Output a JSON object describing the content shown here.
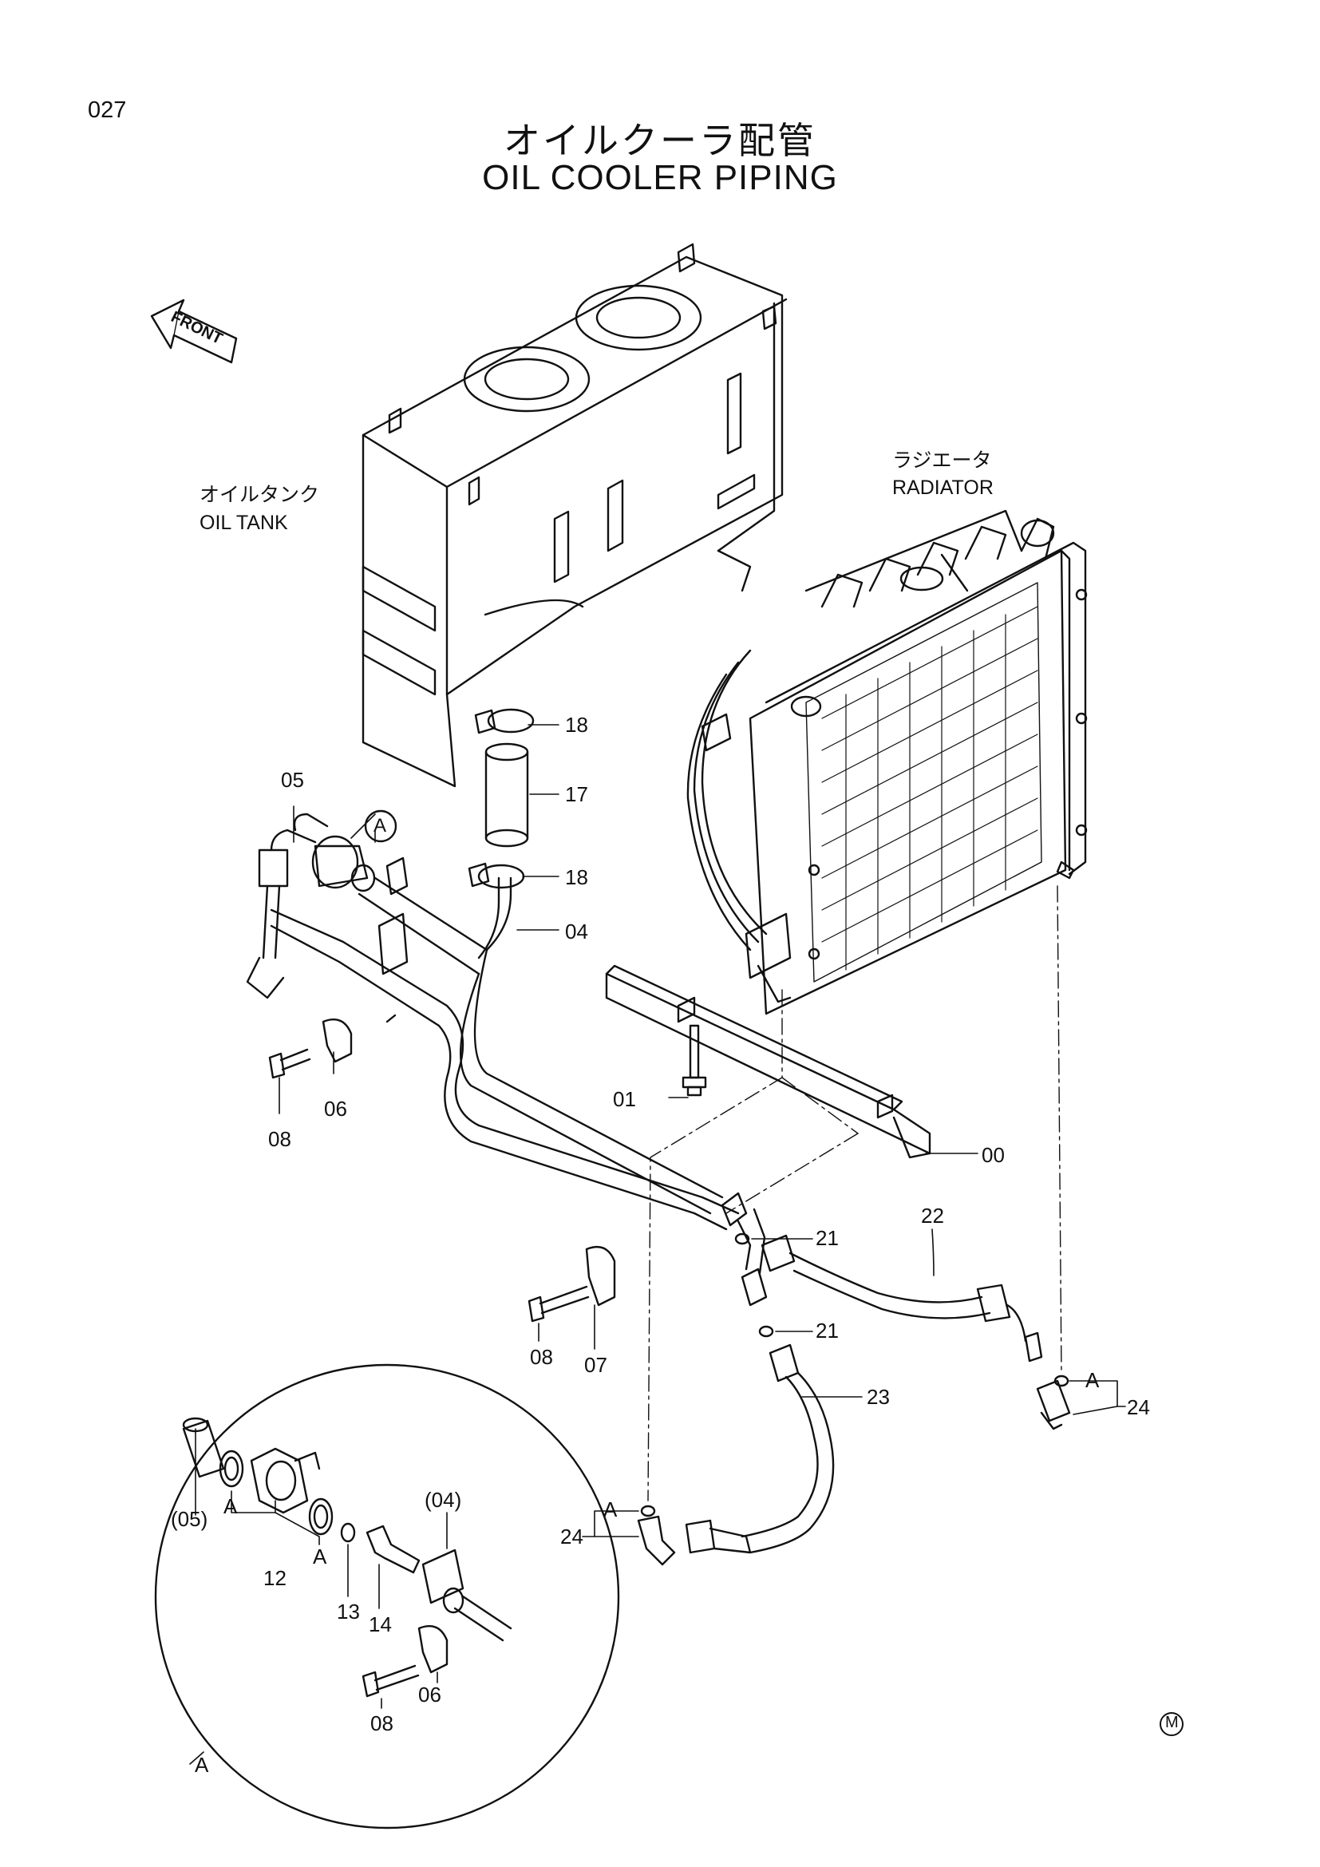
{
  "page_number": "027",
  "title_jp": "オイルクーラ配管",
  "title_en": "OIL COOLER PIPING",
  "direction_marker": "FRONT",
  "components": {
    "oil_tank": {
      "jp": "オイルタンク",
      "en": "OIL TANK"
    },
    "radiator": {
      "jp": "ラジエータ",
      "en": "RADIATOR"
    }
  },
  "callouts": {
    "c05": "05",
    "c18a": "18",
    "c17": "17",
    "c18b": "18",
    "c04": "04",
    "c06": "06",
    "c08a": "08",
    "c01": "01",
    "c00": "00",
    "c21a": "21",
    "c22": "22",
    "c21b": "21",
    "c08b": "08",
    "c07": "07",
    "c23": "23",
    "c24a": "24",
    "c24b": "24",
    "cAa": "A",
    "cAb": "A"
  },
  "detail_view": {
    "marker": "A",
    "label": "A",
    "callouts": {
      "p05": "(05)",
      "pA1": "A",
      "p12": "12",
      "pA2": "A",
      "p13": "13",
      "p14": "14",
      "p04": "(04)",
      "p06": "06",
      "p08": "08"
    }
  },
  "corner_mark": "M"
}
